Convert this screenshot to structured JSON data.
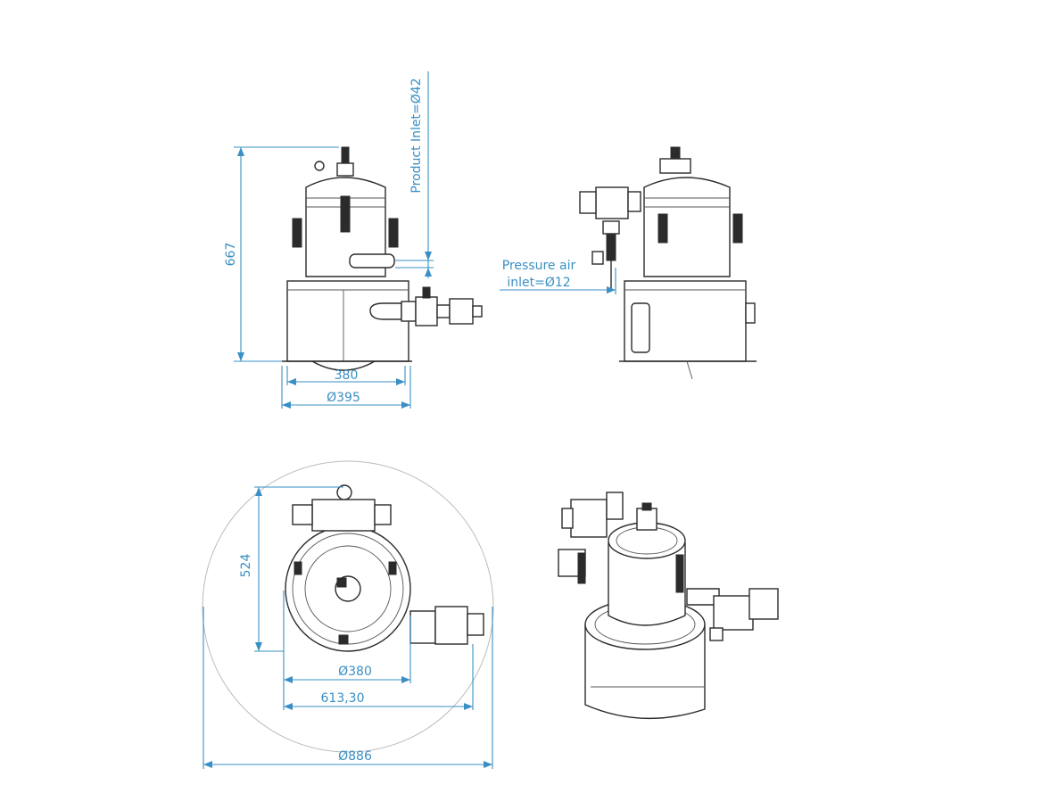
{
  "dimensions": {
    "height_front": "667",
    "product_inlet": "Product Inlet=Ø42",
    "base_inner_front": "380",
    "base_diameter_front": "Ø395",
    "pressure_air_line1": "Pressure air",
    "pressure_air_line2": "inlet=Ø12",
    "top_depth": "524",
    "top_diameter_380": "Ø380",
    "top_width": "613,30",
    "top_overall_diameter": "Ø886"
  },
  "colors": {
    "dimension": "#3a8fc4",
    "outline": "#2b2b2b"
  }
}
